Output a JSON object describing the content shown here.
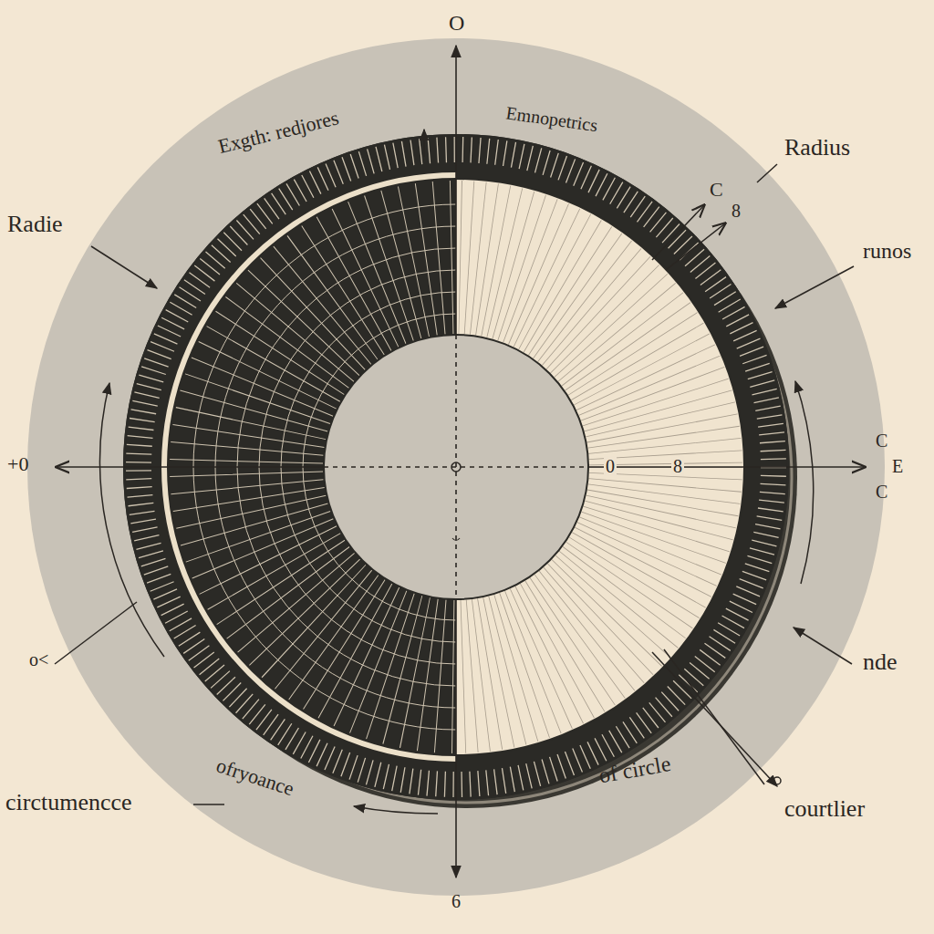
{
  "diagram": {
    "labels": [
      "O",
      "Exgth: redjores",
      "Emnopetrics",
      "Radius",
      "Radie",
      "runos",
      "C",
      "8",
      "+0",
      "0",
      "8",
      "C",
      "E",
      "C",
      "o<",
      "nde",
      "ofryoance",
      "of circle",
      "circtumencce",
      "courtlier",
      "6"
    ]
  }
}
